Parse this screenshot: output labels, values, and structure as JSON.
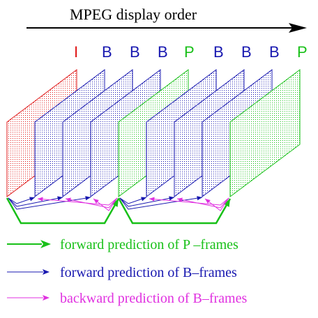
{
  "title": "MPEG display order",
  "colors": {
    "i_frame": "#e01818",
    "b_frame": "#1818b0",
    "p_frame": "#18c018",
    "backward": "#e030e0",
    "text": "#000000"
  },
  "frames": [
    {
      "label": "I",
      "kind": "i_frame"
    },
    {
      "label": "B",
      "kind": "b_frame"
    },
    {
      "label": "B",
      "kind": "b_frame"
    },
    {
      "label": "B",
      "kind": "b_frame"
    },
    {
      "label": "P",
      "kind": "p_frame"
    },
    {
      "label": "B",
      "kind": "b_frame"
    },
    {
      "label": "B",
      "kind": "b_frame"
    },
    {
      "label": "B",
      "kind": "b_frame"
    },
    {
      "label": "P",
      "kind": "p_frame"
    }
  ],
  "legend": [
    {
      "text": "forward prediction of P –frames",
      "kind": "p_frame"
    },
    {
      "text": "forward prediction of B–frames",
      "kind": "b_frame"
    },
    {
      "text": "backward prediction of B–frames",
      "kind": "backward"
    }
  ]
}
